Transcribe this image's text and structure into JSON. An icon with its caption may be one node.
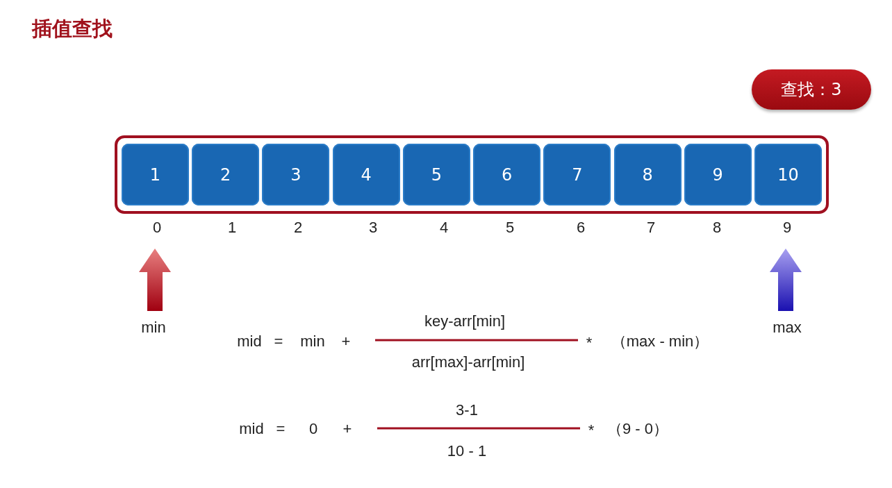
{
  "diagram": {
    "title": "插值查找",
    "nodes": [
      {
        "text": [
          "查找：3"
        ]
      },
      {
        "text": [],
        "shape": "box"
      },
      {
        "text": [
          "1"
        ],
        "in": 1
      },
      {
        "text": [
          "2"
        ],
        "in": 1
      },
      {
        "text": [
          "3"
        ],
        "in": 1
      },
      {
        "text": [
          "4"
        ],
        "in": 1
      },
      {
        "text": [
          "5"
        ],
        "in": 1
      },
      {
        "text": [
          "6"
        ],
        "in": 1
      },
      {
        "text": [
          "7"
        ],
        "in": 1
      },
      {
        "text": [
          "8"
        ],
        "in": 1
      },
      {
        "text": [
          "9"
        ],
        "in": 1
      },
      {
        "text": [
          "10"
        ],
        "in": 1
      }
    ],
    "labels": [
      "0",
      "1",
      "2",
      "3",
      "4",
      "5",
      "6",
      "7",
      "8",
      "9",
      "min",
      "max",
      "key-arr[min]",
      "mid",
      "=",
      "min",
      "+",
      "*",
      "（max - min）",
      "arr[max]-arr[min]",
      "3-1",
      "mid",
      "=",
      "0",
      "+",
      "*",
      "（9 - 0）",
      "10 - 1"
    ]
  }
}
